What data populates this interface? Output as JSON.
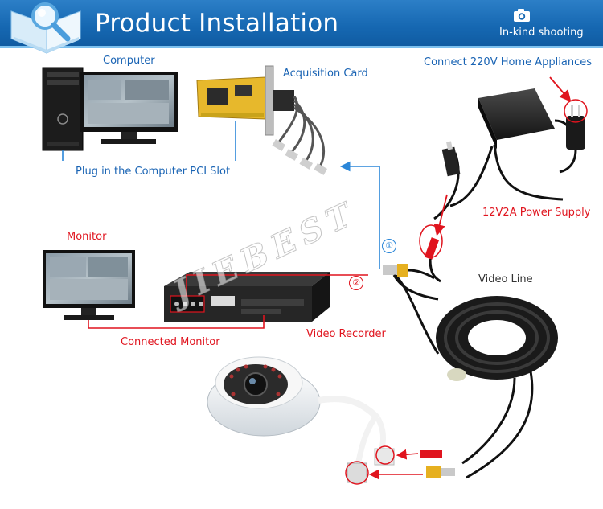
{
  "header": {
    "title": "Product Installation",
    "camera_label": "In-kind shooting"
  },
  "labels": {
    "computer": "Computer",
    "acquisition_card": "Acquisition Card",
    "pci_slot": "Plug in the Computer PCI Slot",
    "connect_220v": "Connect 220V Home Appliances",
    "power_supply": "12V2A Power Supply",
    "monitor": "Monitor",
    "video_line": "Video Line",
    "video_recorder": "Video Recorder",
    "connected_monitor": "Connected Monitor"
  },
  "badges": {
    "one": "①",
    "two": "②"
  },
  "watermark": "JIEBEST",
  "colors": {
    "header": "#1668b2",
    "blue_line": "#2a86d8",
    "red_line": "#e0141e",
    "label_blue": "#1a64b4",
    "label_red": "#e0141e"
  }
}
